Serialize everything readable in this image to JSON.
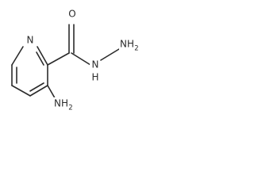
{
  "molecule": {
    "atoms": {
      "ring_nitrogen": "N",
      "carbonyl_oxygen": "O",
      "hydrazide_nh_main": "N",
      "hydrazide_nh_h": "H",
      "hydrazide_nh2_main": "NH",
      "hydrazide_nh2_sub": "2",
      "amino_nh2_main": "NH",
      "amino_nh2_sub": "2"
    }
  }
}
